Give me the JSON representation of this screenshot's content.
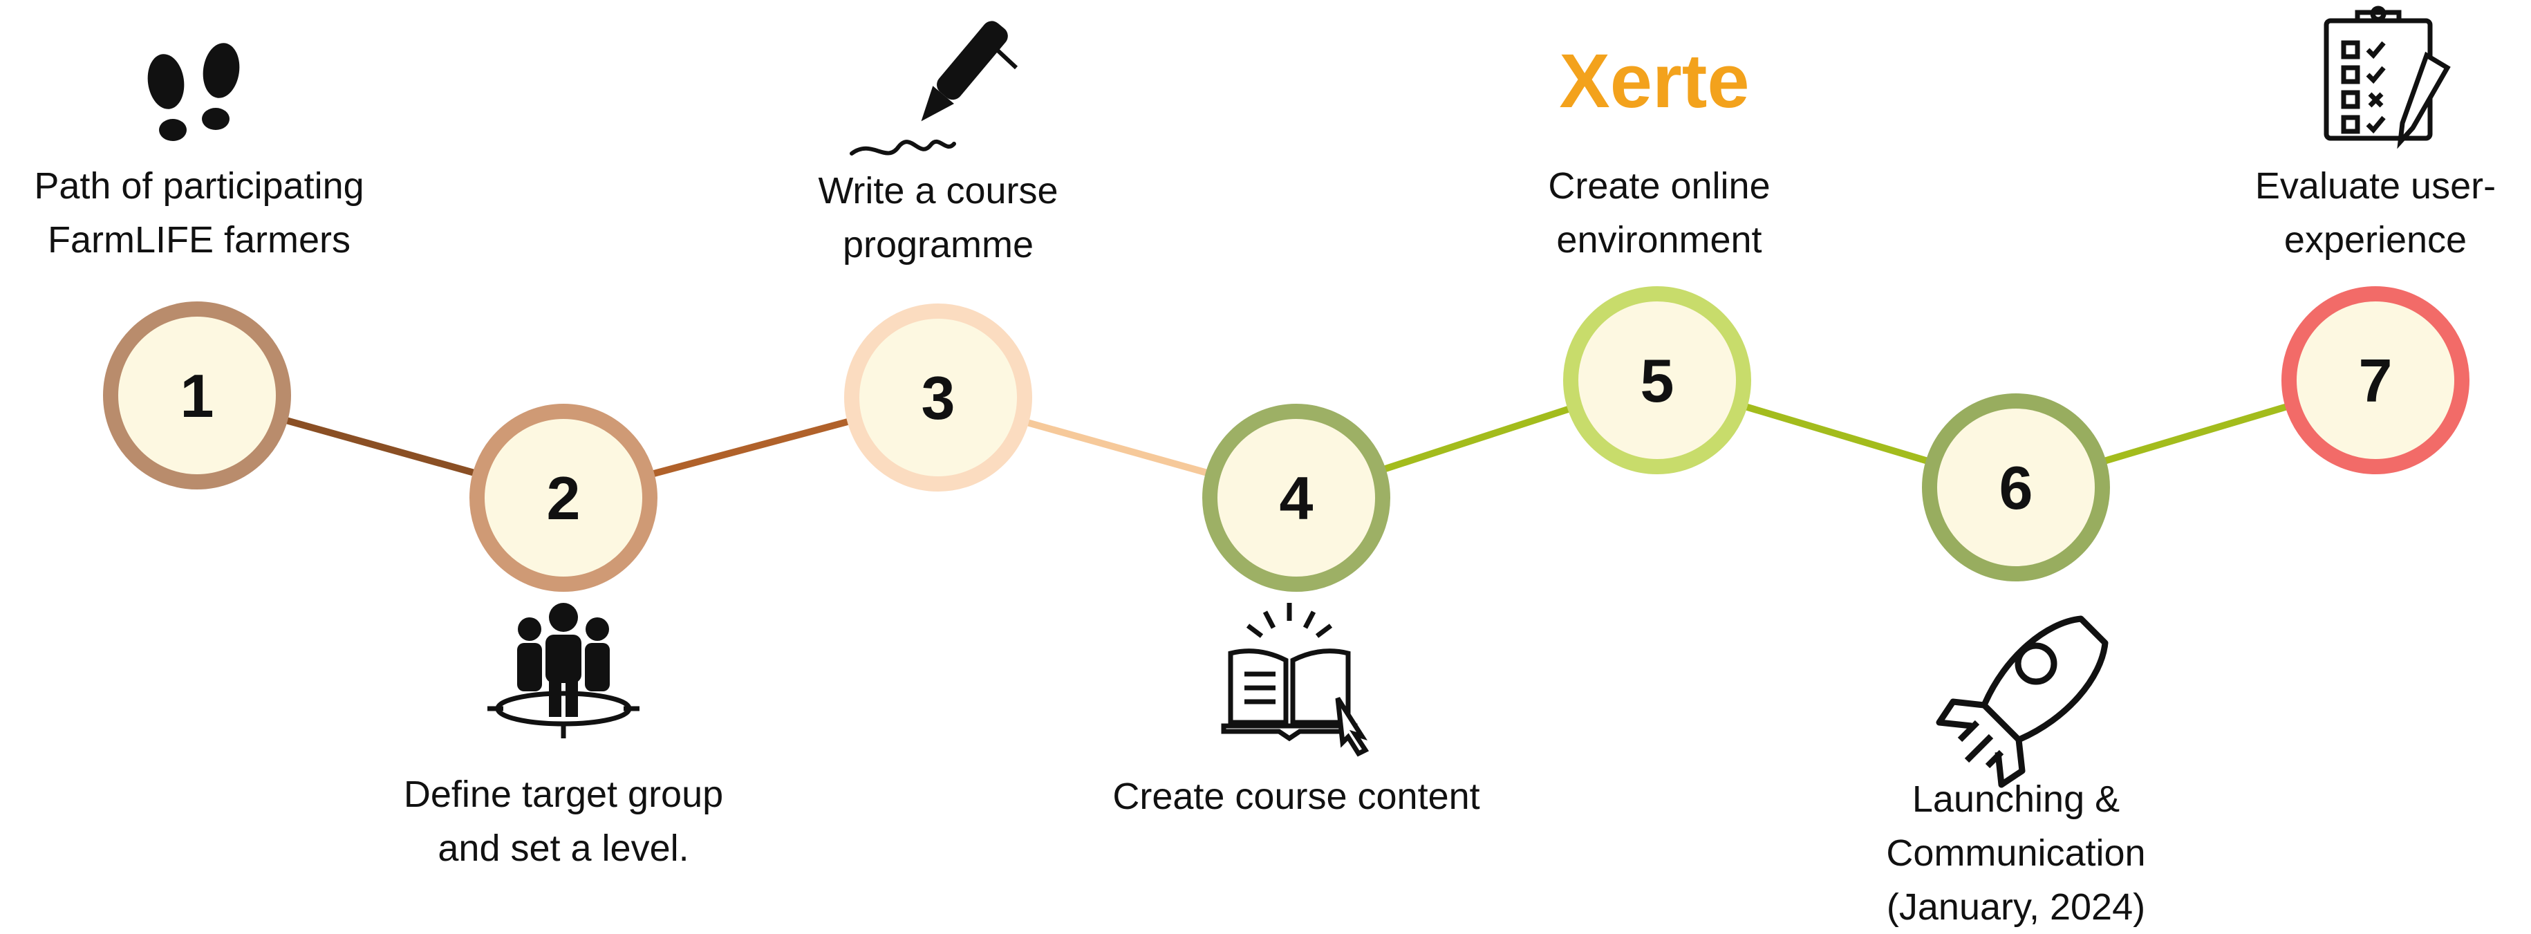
{
  "steps": [
    {
      "number": "1",
      "label_lines": [
        "Path of participating",
        "FarmLIFE farmers"
      ],
      "icon": "footprints-icon",
      "ring_color": "#b98c6c"
    },
    {
      "number": "2",
      "label_lines": [
        "Define target group",
        "and set a level."
      ],
      "icon": "target-group-icon",
      "ring_color": "#cf9a75"
    },
    {
      "number": "3",
      "label_lines": [
        "Write a course",
        "programme"
      ],
      "icon": "pen-signature-icon",
      "ring_color": "#fbdcc0"
    },
    {
      "number": "4",
      "label_lines": [
        "Create course content"
      ],
      "icon": "open-book-cursor-icon",
      "ring_color": "#9db065"
    },
    {
      "number": "5",
      "label_lines": [
        "Create online",
        "environment"
      ],
      "icon": "xerte-logo",
      "ring_color": "#c8dc6b"
    },
    {
      "number": "6",
      "label_lines": [
        "Launching &",
        "Communication",
        "(January, 2024)"
      ],
      "icon": "rocket-icon",
      "ring_color": "#98ad5f"
    },
    {
      "number": "7",
      "label_lines": [
        "Evaluate user-",
        "experience"
      ],
      "icon": "checklist-clipboard-icon",
      "ring_color": "#f26b68"
    }
  ],
  "connector_colors": [
    "#8a4f24",
    "#b0612a",
    "#f6c99a",
    "#a3bc1c",
    "#a3bc1c",
    "#a3bc1c"
  ],
  "circle_fill": "#fdf8e1",
  "logo_text": "Xerte",
  "logo_color": "#f3a21c"
}
